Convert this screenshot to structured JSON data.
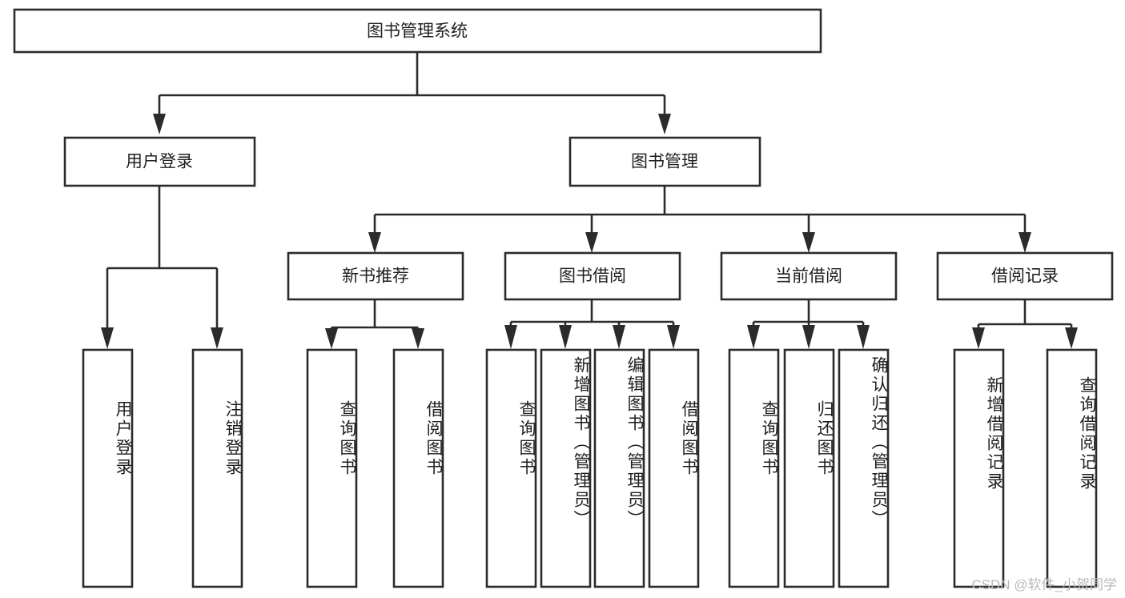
{
  "diagram": {
    "type": "tree-hierarchy",
    "title": "图书管理系统",
    "orientation": "top-down",
    "colors": {
      "box_stroke": "#2b2b2b",
      "box_fill": "#ffffff",
      "text": "#1f1f1f",
      "background": "#ffffff",
      "watermark": "#b9b9b9"
    },
    "root": {
      "label": "图书管理系统",
      "level": 0
    },
    "level1": [
      {
        "label": "用户登录",
        "level": 1
      },
      {
        "label": "图书管理",
        "level": 1
      }
    ],
    "level2": [
      {
        "label": "新书推荐",
        "parent": "图书管理",
        "level": 2
      },
      {
        "label": "图书借阅",
        "parent": "图书管理",
        "level": 2
      },
      {
        "label": "当前借阅",
        "parent": "图书管理",
        "level": 2
      },
      {
        "label": "借阅记录",
        "parent": "图书管理",
        "level": 2
      }
    ],
    "leaves": [
      {
        "label": "用户登录",
        "parent": "用户登录",
        "orientation": "vertical"
      },
      {
        "label": "注销登录",
        "parent": "用户登录",
        "orientation": "vertical"
      },
      {
        "label": "查询图书",
        "parent": "新书推荐",
        "orientation": "vertical"
      },
      {
        "label": "借阅图书",
        "parent": "新书推荐",
        "orientation": "vertical"
      },
      {
        "label": "查询图书",
        "parent": "图书借阅",
        "orientation": "vertical"
      },
      {
        "label": "新增图书（管理员）",
        "parent": "图书借阅",
        "orientation": "vertical"
      },
      {
        "label": "编辑图书（管理员）",
        "parent": "图书借阅",
        "orientation": "vertical"
      },
      {
        "label": "借阅图书",
        "parent": "图书借阅",
        "orientation": "vertical"
      },
      {
        "label": "查询图书",
        "parent": "当前借阅",
        "orientation": "vertical"
      },
      {
        "label": "归还图书",
        "parent": "当前借阅",
        "orientation": "vertical"
      },
      {
        "label": "确认归还（管理员）",
        "parent": "当前借阅",
        "orientation": "vertical"
      },
      {
        "label": "新增借阅记录",
        "parent": "借阅记录",
        "orientation": "vertical"
      },
      {
        "label": "查询借阅记录",
        "parent": "借阅记录",
        "orientation": "vertical"
      }
    ],
    "watermark": "CSDN @软件_小贺同学"
  }
}
